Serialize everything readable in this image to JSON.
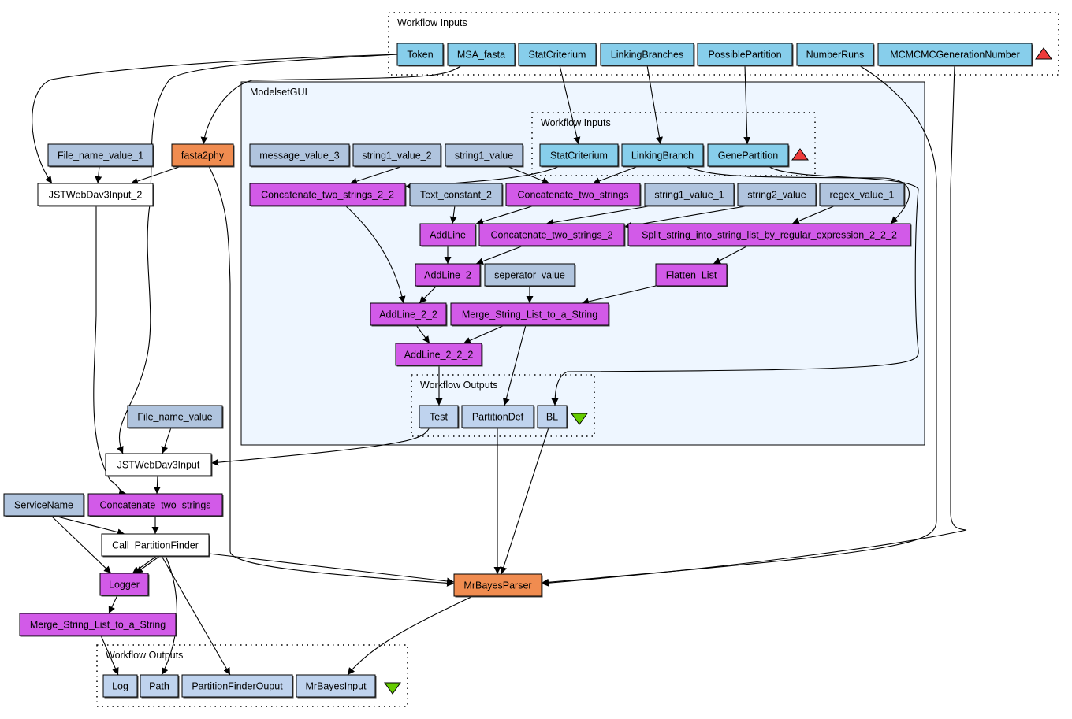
{
  "colors": {
    "input": "#87ceeb",
    "constant": "#b0c4de",
    "processor": "#d25ae8",
    "service": "#f08c50",
    "plain": "#ffffff",
    "output": "#bfd3ee",
    "subworkflow_fill": "#eef6ff",
    "triangle_up": "#ee3b3b",
    "triangle_down": "#66cc00"
  },
  "clusters": [
    {
      "id": "wf-inputs",
      "label": "Workflow Inputs",
      "style": "dotted"
    },
    {
      "id": "modelset",
      "label": "ModelsetGUI",
      "style": "solid"
    },
    {
      "id": "ms-inputs",
      "label": "Workflow Inputs",
      "style": "dotted"
    },
    {
      "id": "ms-outputs",
      "label": "Workflow Outputs",
      "style": "dotted"
    },
    {
      "id": "wf-outputs",
      "label": "Workflow Outputs",
      "style": "dotted"
    }
  ],
  "nodes": [
    {
      "id": "Token",
      "label": "Token",
      "kind": "input"
    },
    {
      "id": "MSA_fasta",
      "label": "MSA_fasta",
      "kind": "input"
    },
    {
      "id": "StatCriterium",
      "label": "StatCriterium",
      "kind": "input"
    },
    {
      "id": "LinkingBranches",
      "label": "LinkingBranches",
      "kind": "input"
    },
    {
      "id": "PossiblePartition",
      "label": "PossiblePartition",
      "kind": "input"
    },
    {
      "id": "NumberRuns",
      "label": "NumberRuns",
      "kind": "input"
    },
    {
      "id": "MCMCMCGenerationNumber",
      "label": "MCMCMCGenerationNumber",
      "kind": "input"
    },
    {
      "id": "ms_StatCriterium",
      "label": "StatCriterium",
      "kind": "input"
    },
    {
      "id": "ms_LinkingBranch",
      "label": "LinkingBranch",
      "kind": "input"
    },
    {
      "id": "ms_GenePartition",
      "label": "GenePartition",
      "kind": "input"
    },
    {
      "id": "message_value_3",
      "label": "message_value_3",
      "kind": "constant"
    },
    {
      "id": "string1_value_2",
      "label": "string1_value_2",
      "kind": "constant"
    },
    {
      "id": "string1_value",
      "label": "string1_value",
      "kind": "constant"
    },
    {
      "id": "Concatenate_two_strings_2_2",
      "label": "Concatenate_two_strings_2_2",
      "kind": "processor"
    },
    {
      "id": "Text_constant_2",
      "label": "Text_constant_2",
      "kind": "constant"
    },
    {
      "id": "ms_Concatenate_two_strings",
      "label": "Concatenate_two_strings",
      "kind": "processor"
    },
    {
      "id": "string1_value_1",
      "label": "string1_value_1",
      "kind": "constant"
    },
    {
      "id": "string2_value",
      "label": "string2_value",
      "kind": "constant"
    },
    {
      "id": "regex_value_1",
      "label": "regex_value_1",
      "kind": "constant"
    },
    {
      "id": "AddLine",
      "label": "AddLine",
      "kind": "processor"
    },
    {
      "id": "Concatenate_two_strings_2",
      "label": "Concatenate_two_strings_2",
      "kind": "processor"
    },
    {
      "id": "Split",
      "label": "Split_string_into_string_list_by_regular_expression_2_2_2",
      "kind": "processor"
    },
    {
      "id": "AddLine_2",
      "label": "AddLine_2",
      "kind": "processor"
    },
    {
      "id": "seperator_value",
      "label": "seperator_value",
      "kind": "constant"
    },
    {
      "id": "Flatten_List",
      "label": "Flatten_List",
      "kind": "processor"
    },
    {
      "id": "AddLine_2_2",
      "label": "AddLine_2_2",
      "kind": "processor"
    },
    {
      "id": "ms_Merge",
      "label": "Merge_String_List_to_a_String",
      "kind": "processor"
    },
    {
      "id": "AddLine_2_2_2",
      "label": "AddLine_2_2_2",
      "kind": "processor"
    },
    {
      "id": "ms_Test",
      "label": "Test",
      "kind": "output"
    },
    {
      "id": "ms_PartitionDef",
      "label": "PartitionDef",
      "kind": "output"
    },
    {
      "id": "ms_BL",
      "label": "BL",
      "kind": "output"
    },
    {
      "id": "File_name_value_1",
      "label": "File_name_value_1",
      "kind": "constant"
    },
    {
      "id": "fasta2phy",
      "label": "fasta2phy",
      "kind": "service"
    },
    {
      "id": "JSTWebDav3Input_2",
      "label": "JSTWebDav3Input_2",
      "kind": "plain"
    },
    {
      "id": "File_name_value",
      "label": "File_name_value",
      "kind": "constant"
    },
    {
      "id": "JSTWebDav3Input",
      "label": "JSTWebDav3Input",
      "kind": "plain"
    },
    {
      "id": "ServiceName",
      "label": "ServiceName",
      "kind": "constant"
    },
    {
      "id": "Concatenate_two_strings",
      "label": "Concatenate_two_strings",
      "kind": "processor"
    },
    {
      "id": "Call_PartitionFinder",
      "label": "Call_PartitionFinder",
      "kind": "plain"
    },
    {
      "id": "Logger",
      "label": "Logger",
      "kind": "processor"
    },
    {
      "id": "Merge_String_List_to_a_String",
      "label": "Merge_String_List_to_a_String",
      "kind": "processor"
    },
    {
      "id": "MrBayesParser",
      "label": "MrBayesParser",
      "kind": "service"
    },
    {
      "id": "Log",
      "label": "Log",
      "kind": "output"
    },
    {
      "id": "Path",
      "label": "Path",
      "kind": "output"
    },
    {
      "id": "PartitionFinderOuput",
      "label": "PartitionFinderOuput",
      "kind": "output"
    },
    {
      "id": "MrBayesInput",
      "label": "MrBayesInput",
      "kind": "output"
    }
  ],
  "edges": [
    {
      "from": "Token",
      "to": "JSTWebDav3Input_2"
    },
    {
      "from": "Token",
      "to": "JSTWebDav3Input"
    },
    {
      "from": "MSA_fasta",
      "to": "fasta2phy"
    },
    {
      "from": "StatCriterium",
      "to": "ms_StatCriterium"
    },
    {
      "from": "LinkingBranches",
      "to": "ms_LinkingBranch"
    },
    {
      "from": "PossiblePartition",
      "to": "ms_GenePartition"
    },
    {
      "from": "NumberRuns",
      "to": "MrBayesParser"
    },
    {
      "from": "MCMCMCGenerationNumber",
      "to": "MrBayesParser"
    },
    {
      "from": "string1_value_2",
      "to": "Concatenate_two_strings_2_2"
    },
    {
      "from": "ms_StatCriterium",
      "to": "Concatenate_two_strings_2_2"
    },
    {
      "from": "string1_value",
      "to": "ms_Concatenate_two_strings"
    },
    {
      "from": "ms_LinkingBranch",
      "to": "ms_Concatenate_two_strings"
    },
    {
      "from": "ms_LinkingBranch",
      "to": "Split"
    },
    {
      "from": "ms_GenePartition",
      "to": "ms_BL"
    },
    {
      "from": "Text_constant_2",
      "to": "AddLine"
    },
    {
      "from": "ms_Concatenate_two_strings",
      "to": "AddLine"
    },
    {
      "from": "string1_value_1",
      "to": "Concatenate_two_strings_2"
    },
    {
      "from": "string2_value",
      "to": "Concatenate_two_strings_2"
    },
    {
      "from": "regex_value_1",
      "to": "Split"
    },
    {
      "from": "AddLine",
      "to": "AddLine_2"
    },
    {
      "from": "Concatenate_two_strings_2",
      "to": "AddLine_2"
    },
    {
      "from": "Split",
      "to": "Flatten_List"
    },
    {
      "from": "Concatenate_two_strings_2_2",
      "to": "AddLine_2_2"
    },
    {
      "from": "AddLine_2",
      "to": "AddLine_2_2"
    },
    {
      "from": "seperator_value",
      "to": "ms_Merge"
    },
    {
      "from": "Flatten_List",
      "to": "ms_Merge"
    },
    {
      "from": "AddLine_2_2",
      "to": "AddLine_2_2_2"
    },
    {
      "from": "ms_Merge",
      "to": "AddLine_2_2_2"
    },
    {
      "from": "ms_Merge",
      "to": "ms_PartitionDef"
    },
    {
      "from": "AddLine_2_2_2",
      "to": "ms_Test"
    },
    {
      "from": "File_name_value_1",
      "to": "JSTWebDav3Input_2"
    },
    {
      "from": "fasta2phy",
      "to": "JSTWebDav3Input_2"
    },
    {
      "from": "fasta2phy",
      "to": "MrBayesParser"
    },
    {
      "from": "JSTWebDav3Input_2",
      "to": "Concatenate_two_strings"
    },
    {
      "from": "File_name_value",
      "to": "JSTWebDav3Input"
    },
    {
      "from": "ms_Test",
      "to": "JSTWebDav3Input"
    },
    {
      "from": "JSTWebDav3Input",
      "to": "Concatenate_two_strings"
    },
    {
      "from": "ServiceName",
      "to": "Call_PartitionFinder"
    },
    {
      "from": "ServiceName",
      "to": "Logger"
    },
    {
      "from": "Concatenate_two_strings",
      "to": "Call_PartitionFinder"
    },
    {
      "from": "Call_PartitionFinder",
      "to": "Logger"
    },
    {
      "from": "Call_PartitionFinder",
      "to": "Logger"
    },
    {
      "from": "Call_PartitionFinder",
      "to": "Path"
    },
    {
      "from": "Call_PartitionFinder",
      "to": "PartitionFinderOuput"
    },
    {
      "from": "Call_PartitionFinder",
      "to": "MrBayesParser"
    },
    {
      "from": "ms_PartitionDef",
      "to": "MrBayesParser"
    },
    {
      "from": "ms_BL",
      "to": "MrBayesParser"
    },
    {
      "from": "Logger",
      "to": "Merge_String_List_to_a_String"
    },
    {
      "from": "Merge_String_List_to_a_String",
      "to": "Log"
    },
    {
      "from": "MrBayesParser",
      "to": "MrBayesInput"
    }
  ]
}
